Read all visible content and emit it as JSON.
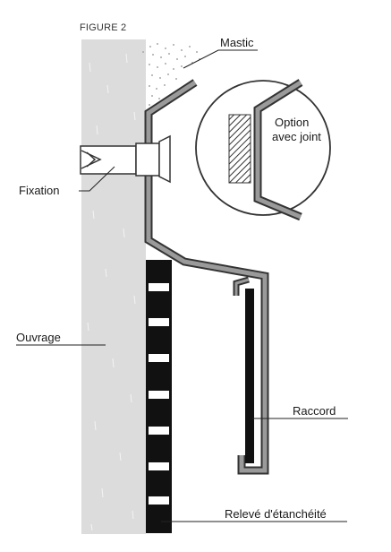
{
  "figure_title": "FIGURE 2",
  "labels": {
    "mastic": "Mastic",
    "fixation": "Fixation",
    "ouvrage": "Ouvrage",
    "raccord": "Raccord",
    "releve": "Relevé d'étanchéité"
  },
  "inset": {
    "line1": "Option",
    "line2": "avec joint"
  }
}
